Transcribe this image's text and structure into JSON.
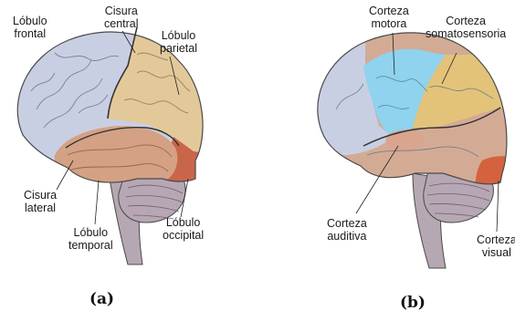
{
  "panel_a": {
    "caption": "(a)",
    "labels": {
      "lobulo_frontal": [
        "Lóbulo",
        "frontal"
      ],
      "cisura_central": [
        "Cisura",
        "central"
      ],
      "lobulo_parietal": [
        "Lóbulo",
        "parietal"
      ],
      "cisura_lateral": [
        "Cisura",
        "lateral"
      ],
      "lobulo_temporal": [
        "Lóbulo",
        "temporal"
      ],
      "lobulo_occipital": [
        "Lóbulo",
        "occipital"
      ]
    }
  },
  "panel_b": {
    "caption": "(b)",
    "labels": {
      "corteza_motora": [
        "Corteza",
        "motora"
      ],
      "corteza_somatosensoria": [
        "Corteza",
        "somatosensoria"
      ],
      "corteza_auditiva": [
        "Corteza",
        "auditiva"
      ],
      "corteza_visual": [
        "Corteza",
        "visual"
      ]
    }
  },
  "colors": {
    "frontal": "#c9cfe3",
    "parietal": "#e3c99a",
    "temporal": "#d4a184",
    "occipital": "#c9664a",
    "motor": "#8fd3ee",
    "somatosensory": "#e3c37a",
    "temporal_b": "#d3ab95",
    "visual": "#d4623f",
    "cerebellum": "#b7a7b4",
    "stem": "#b6a8b3",
    "outline": "#4a4a4a"
  }
}
